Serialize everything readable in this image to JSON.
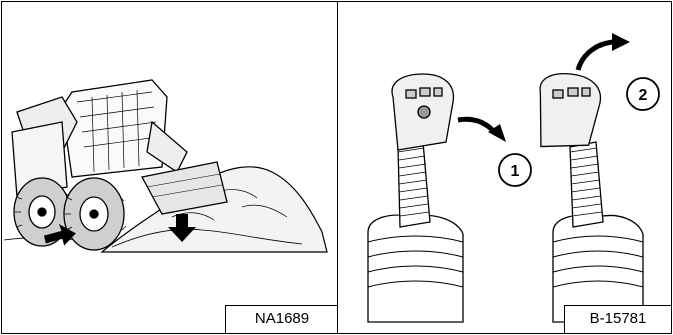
{
  "figures": {
    "left": {
      "label": "NA1689",
      "subject": "skid-steer-loader-digging"
    },
    "right": {
      "label": "B-15781",
      "subject": "joystick-controls"
    }
  },
  "callouts": {
    "one": "1",
    "two": "2"
  },
  "icons": {
    "down_arrow": "down-arrow-icon",
    "right_arrow": "right-arrow-icon",
    "curved_arrow": "curved-arrow-icon"
  },
  "colors": {
    "line": "#000000",
    "background": "#ffffff",
    "shade": "#d8d8d8"
  }
}
